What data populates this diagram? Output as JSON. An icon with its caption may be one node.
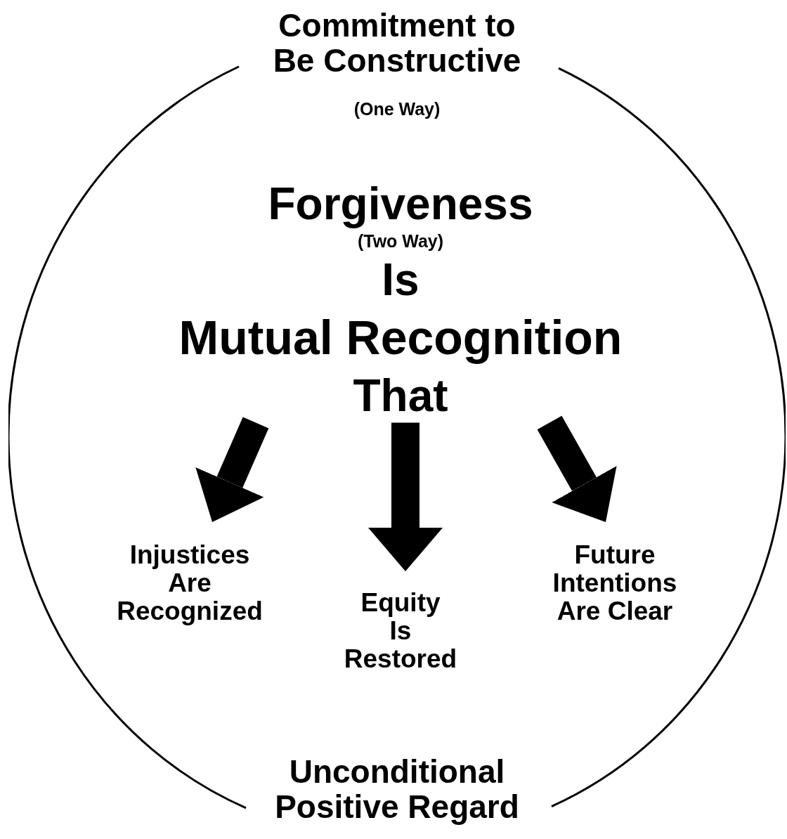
{
  "diagram": {
    "nodes": [
      {
        "text": [
          "Commitment to Be Constructive",
          "(One Way)",
          "Unconditional Positive Regard"
        ]
      },
      {
        "text": [
          "Forgiveness",
          "(Two Way)",
          "Is",
          "Mutual Recognition",
          "That"
        ],
        "in": 0
      },
      {
        "text": [
          "Injustices Are Recognized"
        ],
        "in": 0
      },
      {
        "text": [
          "Equity Is Restored"
        ],
        "in": 0
      },
      {
        "text": [
          "Future Intentions Are Clear"
        ],
        "in": 0
      }
    ],
    "edges": [
      {
        "from": 1,
        "to": 2,
        "arrow": "to"
      },
      {
        "from": 1,
        "to": 3,
        "arrow": "to"
      },
      {
        "from": 1,
        "to": 4,
        "arrow": "to"
      }
    ]
  }
}
